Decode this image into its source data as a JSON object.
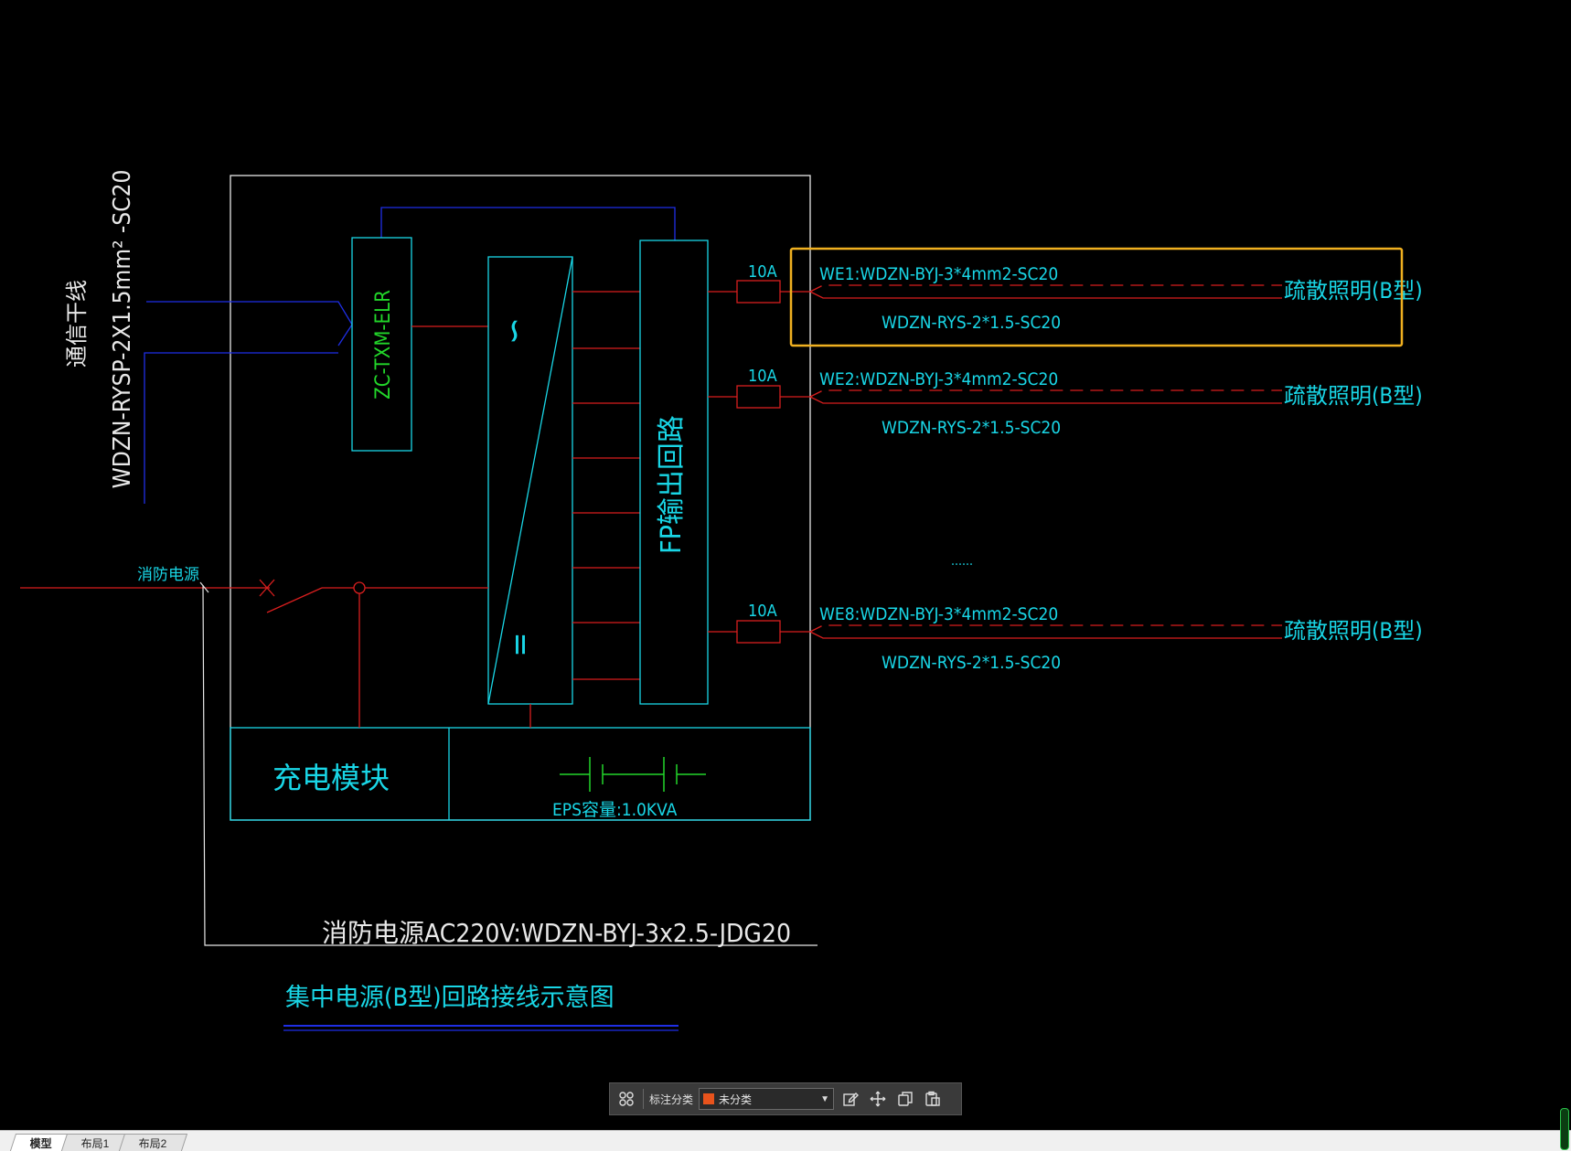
{
  "drawing": {
    "colors": {
      "background": "#000000",
      "cyan": "#19d6e6",
      "red": "#d81e1e",
      "blue": "#1e2ee6",
      "green": "#22d62a",
      "white": "#e8e8e8",
      "highlight": "#f0b020"
    },
    "comm_trunk_label": "通信干线",
    "comm_trunk_cable": "WDZN-RYSP-2X1.5mm² -SC20",
    "fire_power_label": "消防电源",
    "controller_label": "ZC-TXM-ELR",
    "inverter_ac_symbol": "∽",
    "inverter_dc_symbol": "=",
    "fp_output_label": "FP输出回路",
    "charging_module_label": "充电模块",
    "eps_capacity": "EPS容量:1.0KVA",
    "circuits": [
      {
        "breaker": "10A",
        "cable_main": "WE1:WDZN-BYJ-3*4mm2-SC20",
        "cable_comm": "WDZN-RYS-2*1.5-SC20",
        "load": "疏散照明(B型)"
      },
      {
        "breaker": "10A",
        "cable_main": "WE2:WDZN-BYJ-3*4mm2-SC20",
        "cable_comm": "WDZN-RYS-2*1.5-SC20",
        "load": "疏散照明(B型)"
      },
      {
        "breaker": "10A",
        "cable_main": "WE8:WDZN-BYJ-3*4mm2-SC20",
        "cable_comm": "WDZN-RYS-2*1.5-SC20",
        "load": "疏散照明(B型)"
      }
    ],
    "ellipsis": "......",
    "fire_supply_cable": "消防电源AC220V:WDZN-BYJ-3x2.5-JDG20",
    "diagram_title": "集中电源(B型)回路接线示意图"
  },
  "toolbar": {
    "grid_icon": "grid-icon",
    "category_label": "标注分类",
    "category_value": "未分类",
    "category_color": "#e8531c",
    "edit_icon": "edit-icon",
    "move_icon": "move-icon",
    "copy_icon": "copy-icon",
    "paste_icon": "paste-icon"
  },
  "tabs": [
    {
      "label": "模型",
      "active": true
    },
    {
      "label": "布局1",
      "active": false
    },
    {
      "label": "布局2",
      "active": false
    }
  ]
}
